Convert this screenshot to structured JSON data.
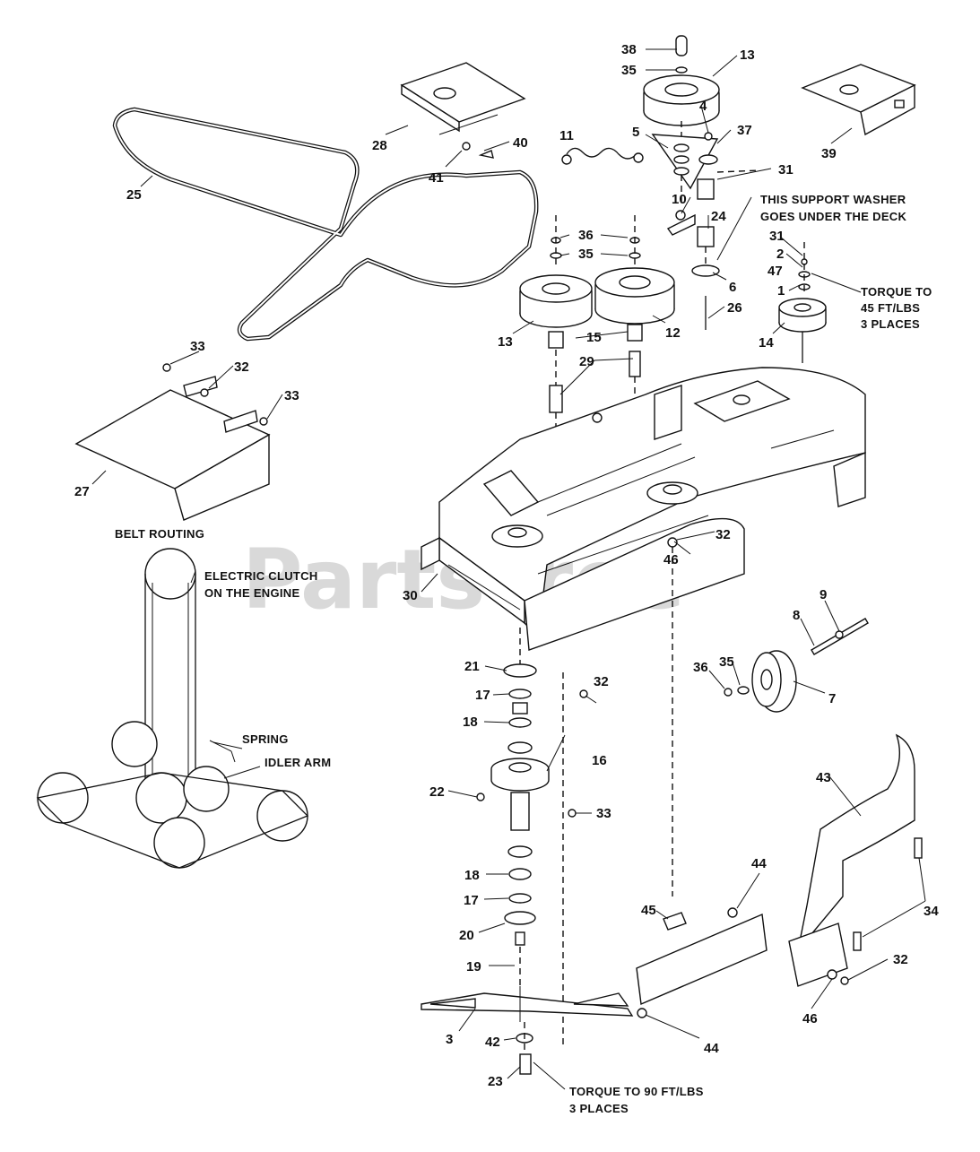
{
  "watermark": {
    "brand": "PartsTree",
    "trademark": "TM"
  },
  "callouts": {
    "c1": "1",
    "c2": "2",
    "c3": "3",
    "c4": "4",
    "c5": "5",
    "c6": "6",
    "c7": "7",
    "c8": "8",
    "c9": "9",
    "c10": "10",
    "c11": "11",
    "c12": "12",
    "c13a": "13",
    "c13b": "13",
    "c14": "14",
    "c15": "15",
    "c16": "16",
    "c17a": "17",
    "c17b": "17",
    "c18a": "18",
    "c18b": "18",
    "c19": "19",
    "c20": "20",
    "c21": "21",
    "c22": "22",
    "c23": "23",
    "c24": "24",
    "c25": "25",
    "c26": "26",
    "c27": "27",
    "c28": "28",
    "c29": "29",
    "c30": "30",
    "c31a": "31",
    "c31b": "31",
    "c32a": "32",
    "c32b": "32",
    "c32c": "32",
    "c32d": "32",
    "c33a": "33",
    "c33b": "33",
    "c33c": "33",
    "c34": "34",
    "c35a": "35",
    "c35b": "35",
    "c35c": "35",
    "c36a": "36",
    "c36b": "36",
    "c37": "37",
    "c38": "38",
    "c39": "39",
    "c40": "40",
    "c41": "41",
    "c42": "42",
    "c43": "43",
    "c44a": "44",
    "c44b": "44",
    "c45": "45",
    "c46a": "46",
    "c46b": "46",
    "c47": "47"
  },
  "notes": {
    "support_washer": [
      "THIS SUPPORT WASHER",
      "GOES UNDER THE DECK"
    ],
    "torque_45": [
      "TORQUE TO",
      "45 FT/LBS",
      "3 PLACES"
    ],
    "torque_90": [
      "TORQUE TO 90 FT/LBS",
      "3 PLACES"
    ],
    "belt_routing": "BELT ROUTING",
    "electric_clutch": [
      "ELECTRIC CLUTCH",
      "ON THE ENGINE"
    ],
    "spring": "SPRING",
    "idler_arm": "IDLER ARM"
  }
}
